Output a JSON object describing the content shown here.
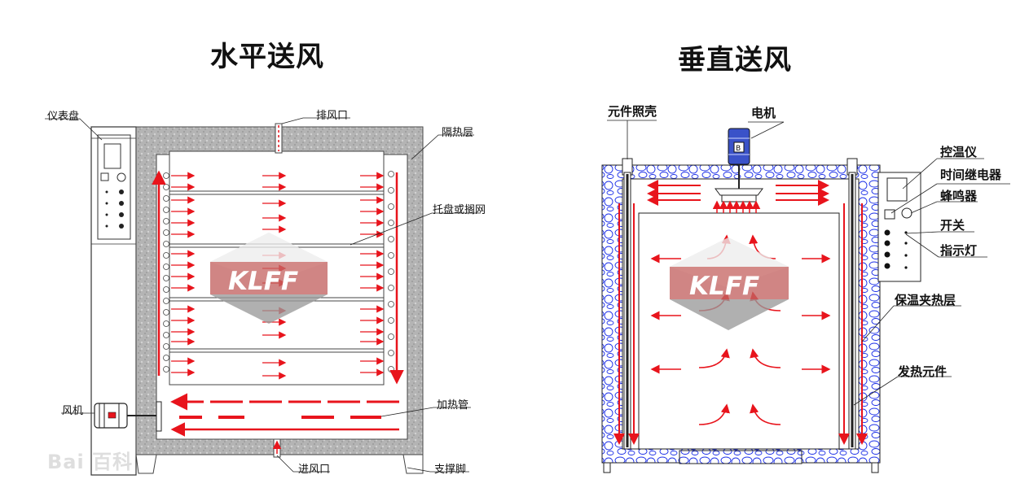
{
  "left": {
    "title": "水平送风",
    "labels": {
      "panel": "仪表盘",
      "exhaust": "排风口",
      "insulation": "隔热层",
      "tray": "托盘或搁网",
      "fan": "风机",
      "heater": "加热管",
      "inlet": "进风口",
      "foot": "支撑脚"
    }
  },
  "right": {
    "title": "垂直送风",
    "labels": {
      "element_cover": "元件照壳",
      "motor": "电机",
      "thermostat": "控温仪",
      "timer": "时间继电器",
      "buzzer": "蜂鸣器",
      "switch": "开关",
      "indicator": "指示灯",
      "insulation": "保温夹热层",
      "heating_element": "发热元件"
    },
    "motor_mark": "B"
  },
  "watermark": {
    "logo_text": "KLFF",
    "baidu_text": "Bai 百科"
  },
  "colors": {
    "arrow": "#e8141c",
    "insulation": "#b9b9b9",
    "stone": "#1a2ee8",
    "logo": "#c0504d"
  }
}
